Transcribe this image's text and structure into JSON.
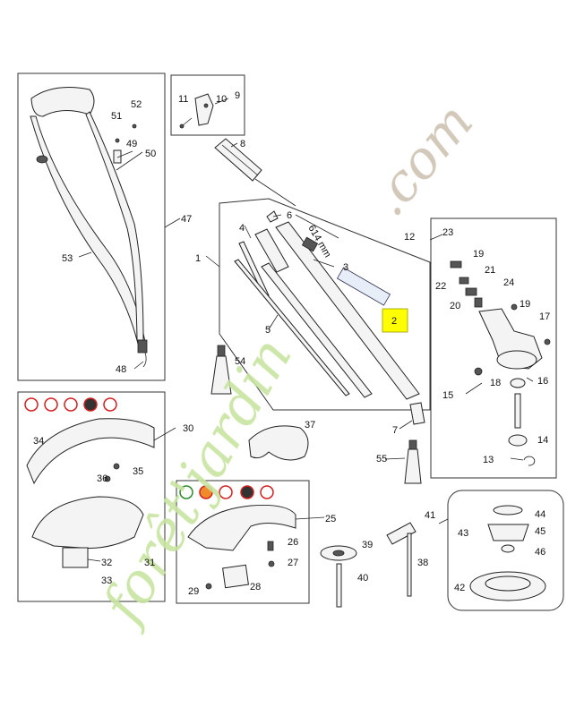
{
  "callouts": [
    "1",
    "2",
    "3",
    "4",
    "5",
    "6",
    "7",
    "8",
    "9",
    "10",
    "11",
    "12",
    "13",
    "14",
    "15",
    "16",
    "17",
    "18",
    "19",
    "19",
    "20",
    "21",
    "22",
    "23",
    "24",
    "25",
    "26",
    "27",
    "28",
    "29",
    "30",
    "31",
    "32",
    "33",
    "34",
    "35",
    "36",
    "37",
    "38",
    "39",
    "40",
    "41",
    "42",
    "43",
    "44",
    "45",
    "46",
    "47",
    "48",
    "49",
    "50",
    "51",
    "52",
    "53",
    "54",
    "55"
  ],
  "dimension": "614 mm",
  "watermark": {
    "left": "forêt'jardin",
    "right": ".com"
  },
  "colors": {
    "highlight": "#ffff00",
    "watermark_green": "#c8e4a0",
    "watermark_orange": "#f7c98a",
    "watermark_gray": "#cfc3b3",
    "warning_red": "#d22020"
  }
}
